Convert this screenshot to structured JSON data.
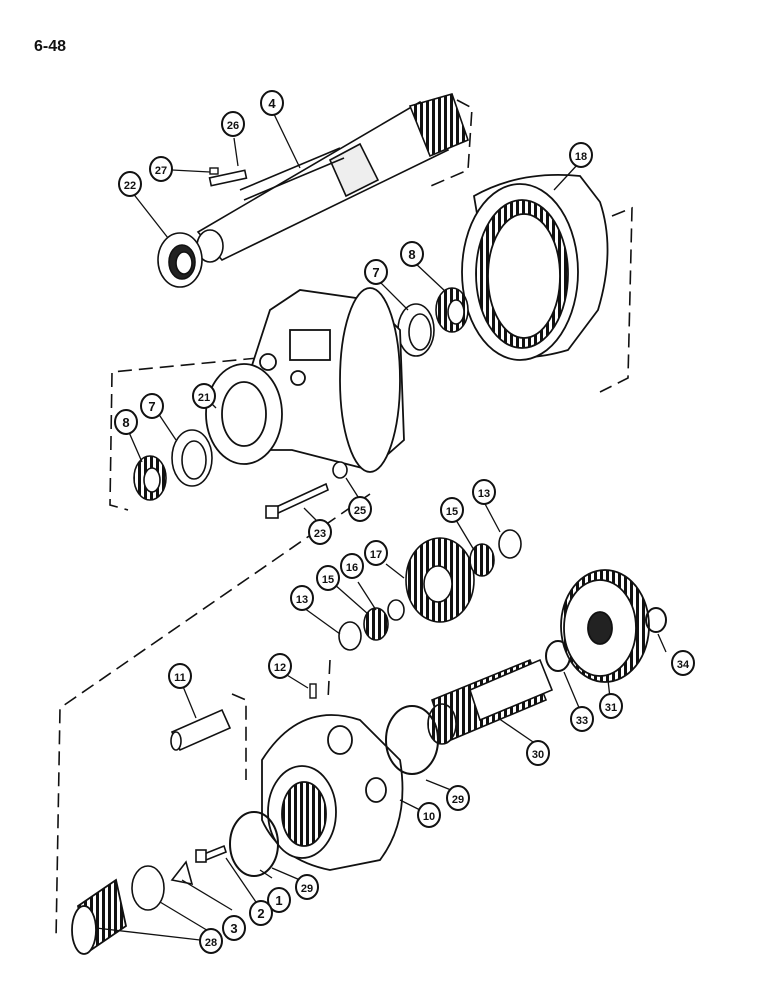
{
  "page": {
    "number": "6-48"
  },
  "diagram": {
    "type": "exploded-parts-view",
    "callouts": {
      "c1": "1",
      "c2": "2",
      "c3": "3",
      "c4": "4",
      "c7a": "7",
      "c7b": "7",
      "c8a": "8",
      "c8b": "8",
      "c10": "10",
      "c11": "11",
      "c12": "12",
      "c13a": "13",
      "c13b": "13",
      "c15a": "15",
      "c15b": "15",
      "c16": "16",
      "c17": "17",
      "c18": "18",
      "c21": "21",
      "c22": "22",
      "c23": "23",
      "c25": "25",
      "c26": "26",
      "c27": "27",
      "c28": "28",
      "c29a": "29",
      "c29b": "29",
      "c30": "30",
      "c31": "31",
      "c33": "33",
      "c34": "34"
    }
  }
}
